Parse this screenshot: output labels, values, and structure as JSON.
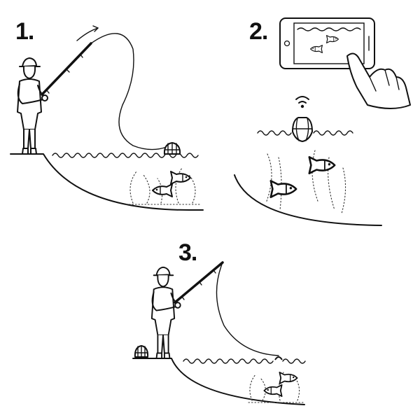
{
  "steps": [
    {
      "label": "1."
    },
    {
      "label": "2."
    },
    {
      "label": "3."
    }
  ],
  "icons": {
    "angler": "fisherman-icon",
    "rod": "fishing-rod-icon",
    "sonar": "sonar-buoy-icon",
    "phone": "smartphone-icon",
    "hand": "hand-icon",
    "fish": "fish-icon",
    "wifi": "wifi-icon"
  },
  "colors": {
    "ink": "#111111",
    "background": "#ffffff"
  }
}
